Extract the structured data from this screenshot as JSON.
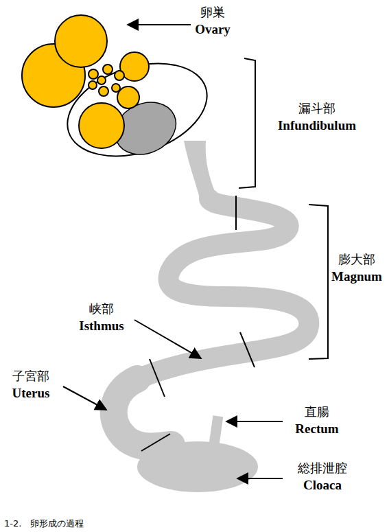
{
  "diagram": {
    "caption": "1-2.　卵形成の過程",
    "labels": [
      "卵巣",
      "Ovary",
      "漏斗部",
      "Infundibulum",
      "膨大部",
      "Magnum",
      "峡部",
      "Isthmus",
      "子宮部",
      "Uterus",
      "直腸",
      "Rectum",
      "総排泄腔",
      "Cloaca"
    ]
  }
}
